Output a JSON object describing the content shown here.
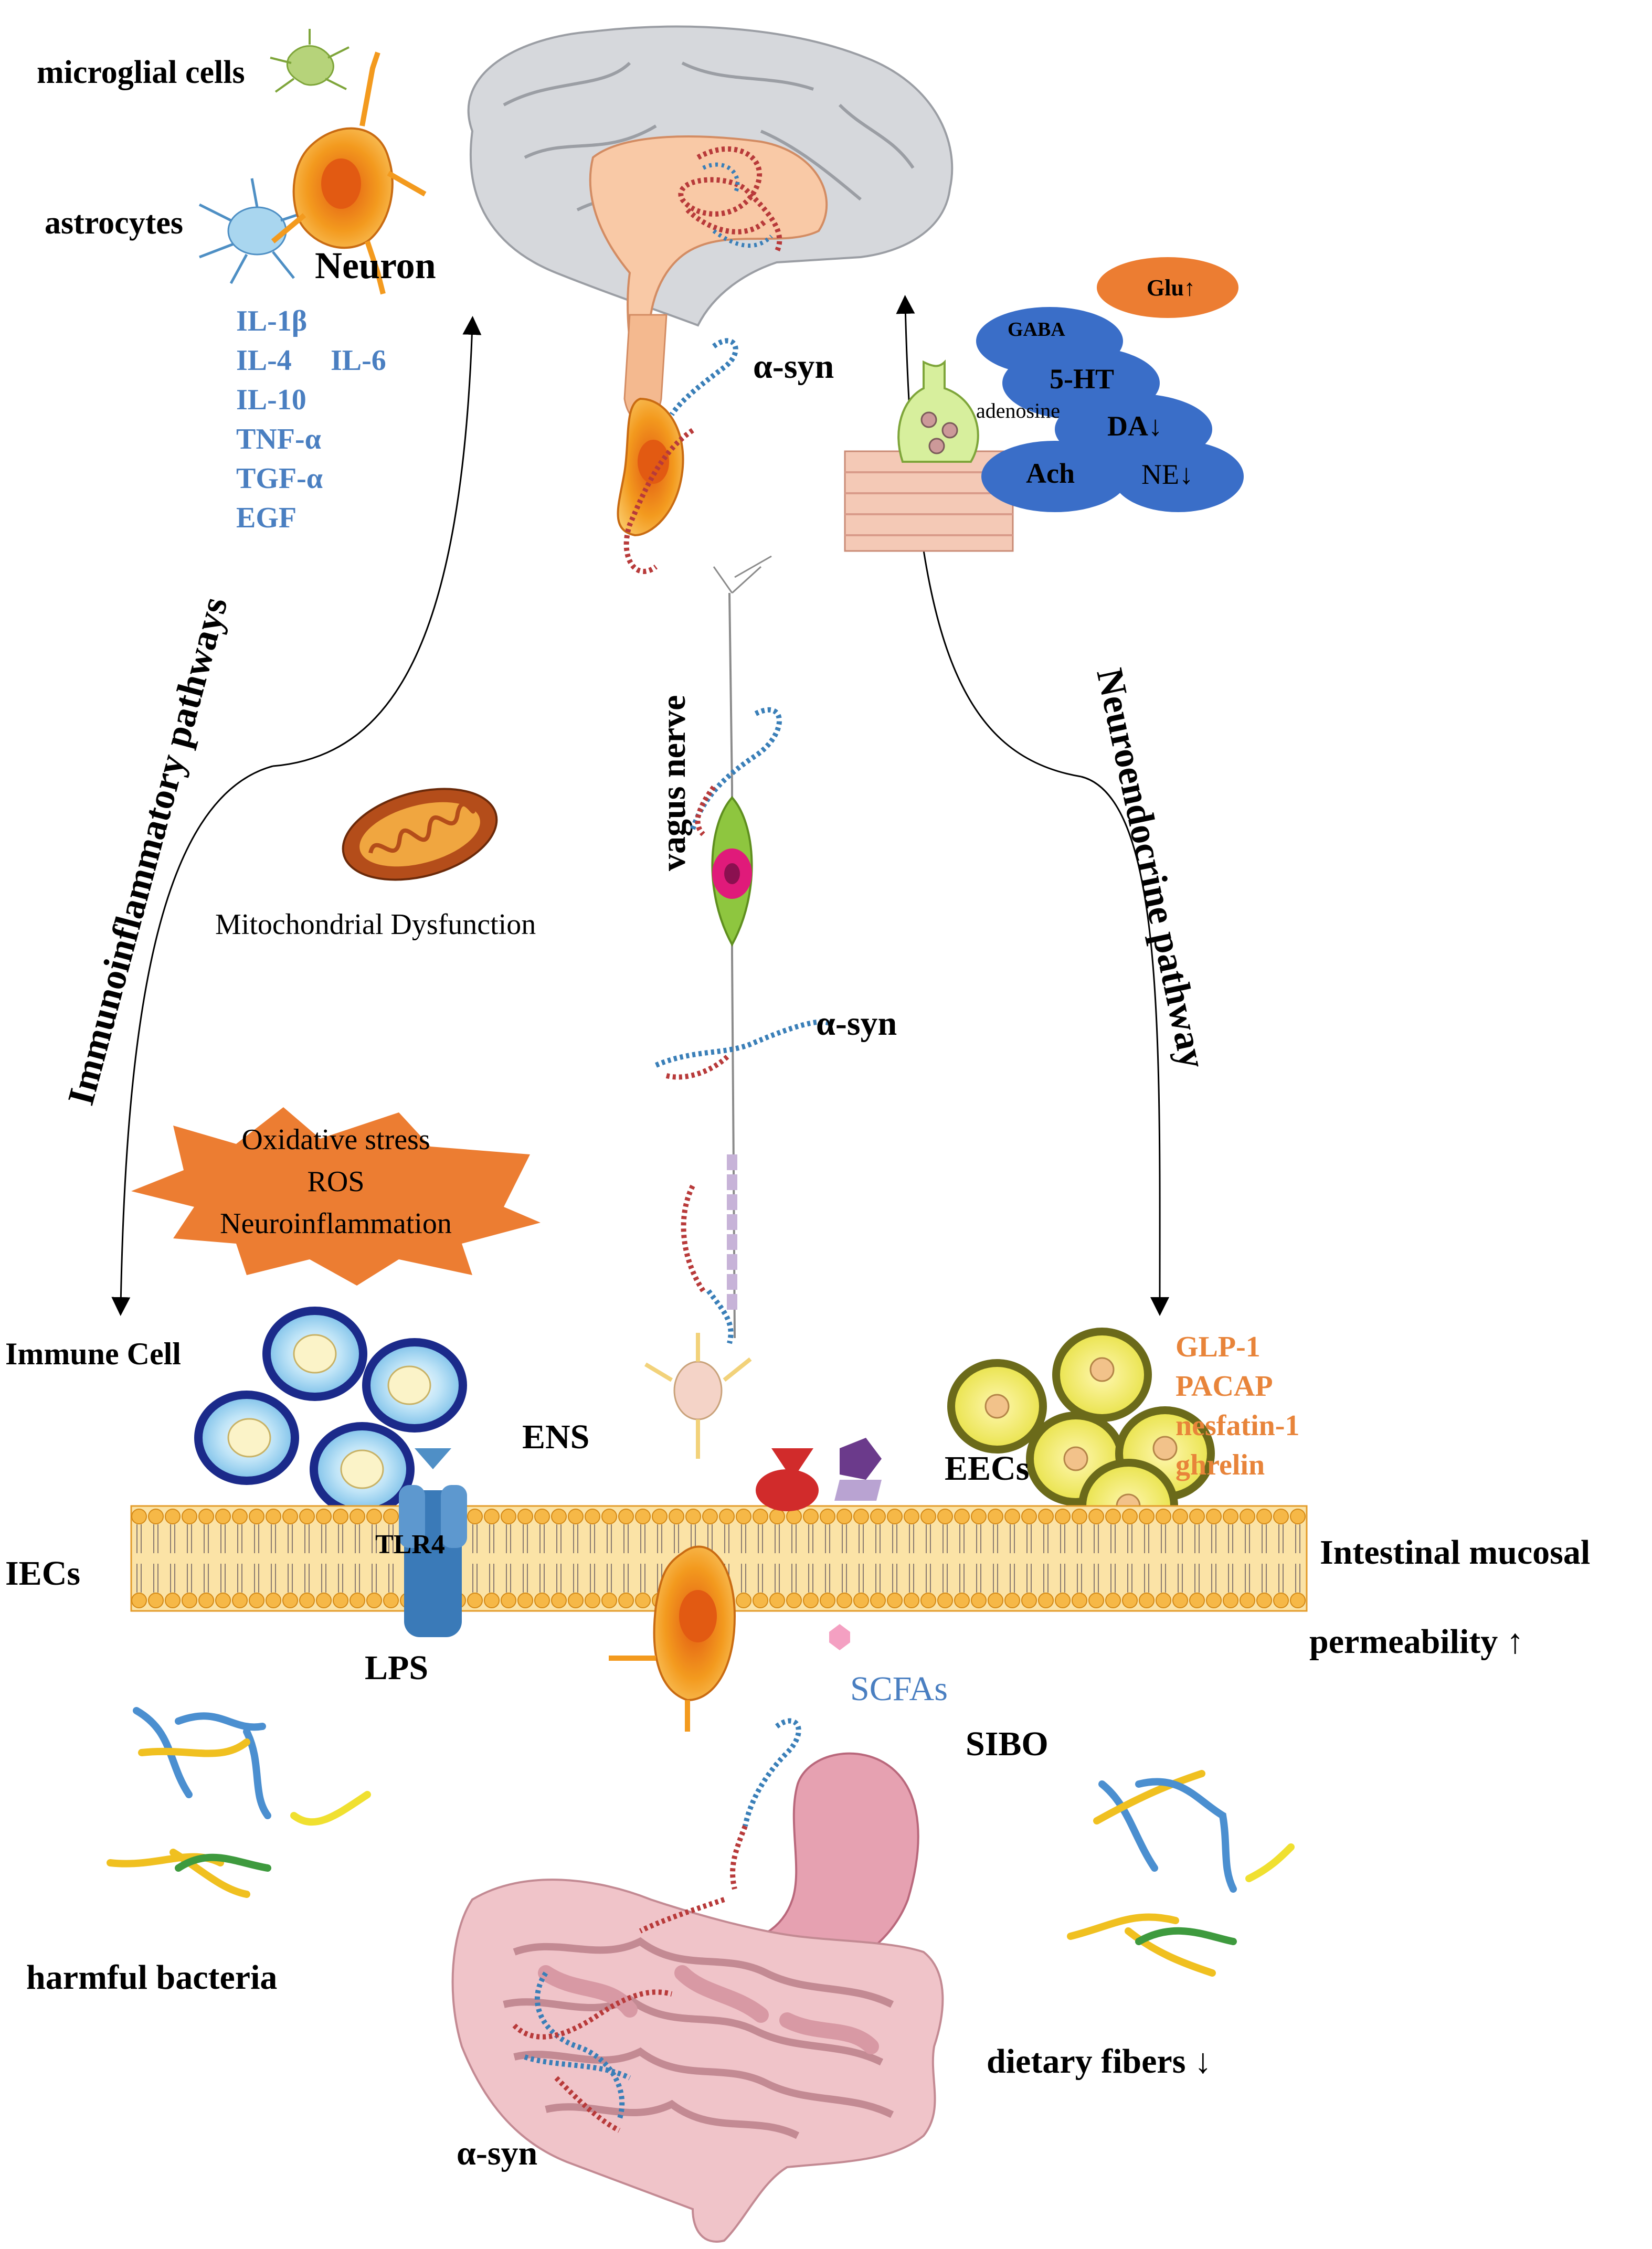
{
  "colors": {
    "blue_text": "#4a7fc1",
    "orange_text": "#e8843a",
    "orange_shape": "#ec7d32",
    "nt_blue": "#3a6ec8",
    "membrane": "#f6b847",
    "neuron_orange": "#f39a1e",
    "brain_gray": "#d6d8dc",
    "intestine_pink": "#e9a7b4"
  },
  "brain_region": {
    "microglial_cells": "microglial cells",
    "astrocytes": "astrocytes",
    "neuron": "Neuron",
    "cytokines": [
      "IL-1β",
      "IL-4",
      "IL-6",
      "IL-10",
      "TNF-α",
      "TGF-α",
      "EGF"
    ]
  },
  "neurotransmitters": {
    "glu": "Glu↑",
    "gaba": "GABA",
    "ht5": "5-HT",
    "adenosine": "adenosine",
    "da": "DA↓",
    "ach": "Ach",
    "ne": "NE↓"
  },
  "pathways": {
    "immuno": "Immunoinflammatory pathways",
    "neuroendo": "Neuroendocrine pathway",
    "vagus": "vagus nerve"
  },
  "alpha_syn": {
    "top": "α-syn",
    "mid": "α-syn",
    "bottom": "α-syn"
  },
  "mitochondria": {
    "label": "Mitochondrial Dysfunction"
  },
  "oxidative": {
    "line1": "Oxidative stress",
    "line2": "ROS",
    "line3": "Neuroinflammation"
  },
  "gut": {
    "immune_cell": "Immune Cell",
    "ens": "ENS",
    "eecs": "EECs",
    "hormones": [
      "GLP-1",
      "PACAP",
      "nesfatin-1",
      "ghrelin"
    ],
    "iecs": "IECs",
    "tlr4": "TLR4",
    "lps": "LPS",
    "intestinal_1": "Intestinal  mucosal",
    "intestinal_2": "permeability ↑",
    "scfas": "SCFAs",
    "sibo": "SIBO",
    "harmful": "harmful bacteria",
    "fibers": "dietary fibers ↓"
  },
  "icons": [
    "microglia-icon",
    "astrocyte-icon",
    "neuron-icon",
    "brain-icon",
    "mitochondrion-icon",
    "synapse-icon",
    "immune-cell-icon",
    "enteroendocrine-cell-icon",
    "bacteria-icon",
    "stomach-icon",
    "intestine-icon",
    "tlr4-receptor-icon"
  ]
}
